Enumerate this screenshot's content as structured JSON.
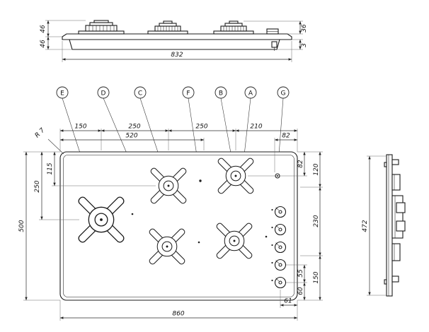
{
  "callouts": {
    "labels": [
      "E",
      "D",
      "C",
      "F",
      "B",
      "A",
      "G"
    ]
  },
  "top_view": {
    "dims": {
      "width": "832",
      "left_upper": "46",
      "left_lower": "46",
      "right_upper": "36",
      "right_lower": "3"
    }
  },
  "plan_view": {
    "corner_radius_label": "R 7",
    "dims": {
      "top_chain": [
        "150",
        "250",
        "250",
        "210"
      ],
      "top_520": "520",
      "top_82": "82",
      "left_500": "500",
      "left_250": "250",
      "left_115": "115",
      "right_82": "82",
      "right_120": "120",
      "right_230": "230",
      "right_150": "150",
      "right_55": "55",
      "right_60": "60",
      "bottom_860": "860",
      "bottom_61": "61"
    }
  },
  "side_view": {
    "dims": {
      "height_472": "472"
    }
  }
}
